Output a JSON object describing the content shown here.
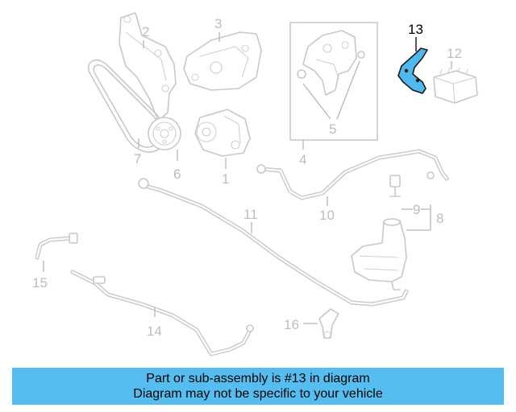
{
  "callouts": {
    "c1": "1",
    "c2": "2",
    "c3": "3",
    "c4": "4",
    "c5": "5",
    "c6": "6",
    "c7": "7",
    "c8": "8",
    "c9": "9",
    "c10": "10",
    "c11": "11",
    "c12": "12",
    "c13": "13",
    "c14": "14",
    "c15": "15",
    "c16": "16"
  },
  "highlighted_part": "13",
  "banner": {
    "line1": "Part or sub-assembly is #13 in diagram",
    "line2": "Diagram may not be specific to your vehicle"
  },
  "colors": {
    "highlight_fill": "#4fb8ec",
    "banner_background": "#56bdf0",
    "line_art": "#c8c8c8"
  }
}
